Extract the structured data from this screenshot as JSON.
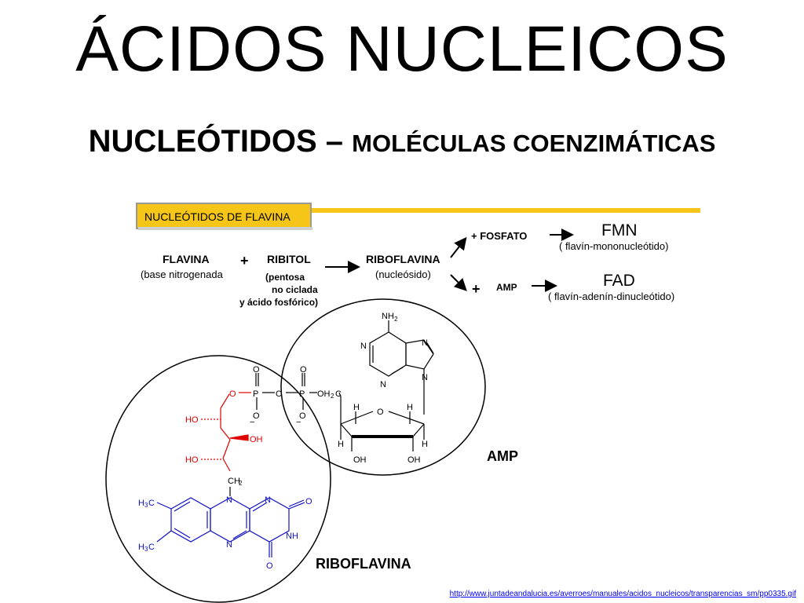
{
  "slide": {
    "title": "ÁCIDOS NUCLEICOS",
    "subtitle_main": "NUCLEÓTIDOS – ",
    "subtitle_rest": "MOLÉCULAS COENZIMÁTICAS"
  },
  "scheme": {
    "banner": "NUCLEÓTIDOS DE FLAVINA",
    "flavina": "FLAVINA",
    "flavina_note": "(base nitrogenada",
    "plus": "+",
    "ribitol": "RIBITOL",
    "ribitol_note_1": "(pentosa",
    "ribitol_note_2": "no ciclada",
    "ribitol_note_3": "y ácido fosfórico)",
    "riboflavina": "RIBOFLAVINA",
    "riboflavina_note": "(nucleósido)",
    "fosfato": "+ FOSFATO",
    "amp_short": "AMP",
    "fmn": "FMN",
    "fmn_note": "( flavín-mononucleótido)",
    "fad": "FAD",
    "fad_note": "( flavín-adenín-dinucleótido)"
  },
  "structure": {
    "label_amp": "AMP",
    "label_riboflavina": "RIBOFLAVINA",
    "atoms": {
      "nh2": "NH",
      "n": "N",
      "o": "O",
      "oh": "OH",
      "ho": "HO",
      "h": "H",
      "h2c_oh": "OH",
      "ch2": "CH",
      "h3c": "H",
      "nh": "NH",
      "minus": "−"
    }
  },
  "footer": {
    "url": "http://www.juntadeandalucia.es/averroes/manuales/acidos_nucleicos/transparencias_sm/pp0335.gif"
  },
  "colors": {
    "banner_bg": "#F5C518",
    "banner_border": "#888888",
    "red": "#E00000",
    "blue": "#1010C8"
  }
}
